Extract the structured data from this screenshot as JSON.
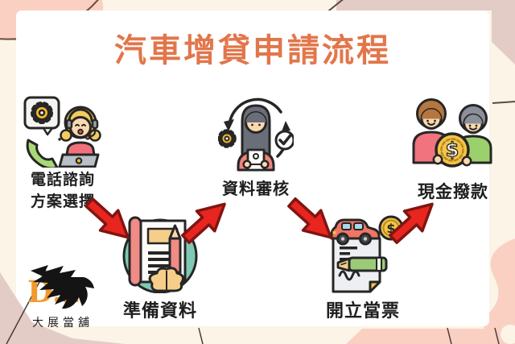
{
  "title": {
    "text": "汽車增貸申請流程"
  },
  "steps": [
    {
      "name": "phone-consultation",
      "lines": [
        "電話諮詢",
        "方案選擇"
      ],
      "icon": "support-agent-phone-icon"
    },
    {
      "name": "prepare-documents",
      "lines": [
        "準備資料"
      ],
      "icon": "scroll-pencil-brain-icon"
    },
    {
      "name": "document-review",
      "lines": [
        "資料審核"
      ],
      "icon": "reviewer-check-gear-icon"
    },
    {
      "name": "issue-pawn-ticket",
      "lines": [
        "開立當票"
      ],
      "icon": "car-contract-coin-icon"
    },
    {
      "name": "cash-disbursement",
      "lines": [
        "現金撥款"
      ],
      "icon": "people-gold-coin-icon"
    }
  ],
  "arrows": [
    {
      "from": "phone-consultation",
      "to": "prepare-documents",
      "direction": "down-right"
    },
    {
      "from": "prepare-documents",
      "to": "document-review",
      "direction": "up-right"
    },
    {
      "from": "document-review",
      "to": "issue-pawn-ticket",
      "direction": "down-right"
    },
    {
      "from": "issue-pawn-ticket",
      "to": "cash-disbursement",
      "direction": "up-right"
    }
  ],
  "logo": {
    "brand": "D.z",
    "company": "大展當舖",
    "icon": "eagle-icon"
  },
  "symbols": {
    "dollar": "$"
  },
  "colors": {
    "background": "#FBF4E7",
    "card": "#FFFFFF",
    "title": "#E2764B",
    "label": "#1E1E1E",
    "arrow": "#E8251F",
    "arrow_outline": "#801511",
    "blob_salmon": "#FAD0C2",
    "blob_rose": "#E3CCC6",
    "logo_brand": "#F29A2E"
  }
}
